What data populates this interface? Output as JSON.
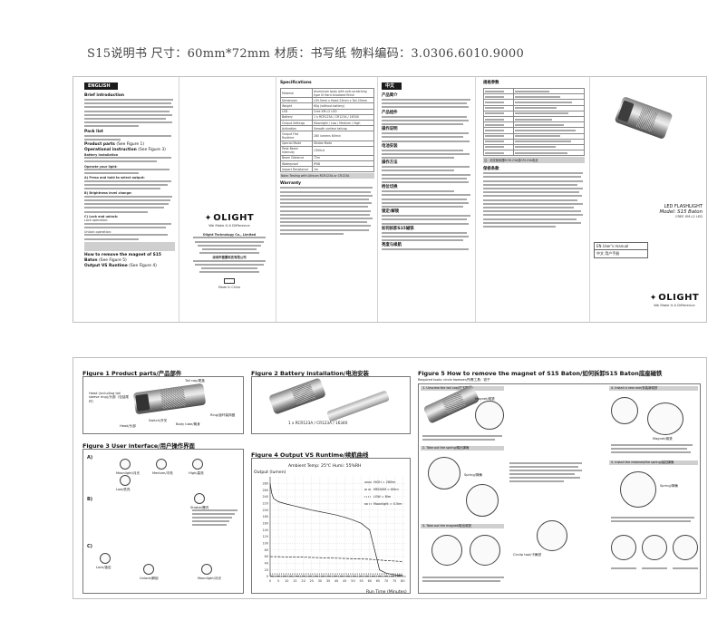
{
  "header": {
    "text": "S15说明书 尺寸：60mm*72mm  材质：书写纸    物料编码：3.0306.6010.9000"
  },
  "top_sheet": {
    "panel1": {
      "tab": "ENGLISH",
      "brief_title": "Brief introduction",
      "pack_title": "Pack list",
      "product_title": "Product parts",
      "product_note": "(See Figure 1)",
      "operation_title": "Operational instruction",
      "operation_note": "(See Figure 3)",
      "battery_install": "Battery installation",
      "operate_light": "Operate your light:",
      "levels_title": "A) Press and hold to select output:",
      "brightness_title": "B) Brightness level change:",
      "lock_title": "C) Lock and unlock:",
      "lock_label": "Lock operation:",
      "unlock_label": "Unlock operation:",
      "magnet_title": "How to remove the magnet of S15 Baton",
      "magnet_note": "(See Figure 5)",
      "runtime_title": "Output VS Runtime",
      "runtime_note": "(See Figure 4)"
    },
    "panel2": {
      "logo": "OLIGHT",
      "tagline": "We Make It A Difference",
      "company_en": "Olight Technology Co., Limited",
      "company_cn": "深圳市傲雷科技有限公司",
      "made_in": "Made In China"
    },
    "panel3": {
      "spec_title": "Specifications",
      "spec_rows": [
        {
          "label": "Material",
          "value": "Aluminium body with anti-scratching type III Hard Anodized finish"
        },
        {
          "label": "Dimension",
          "value": "L95.5mm x Head 23mm x Tail 20mm"
        },
        {
          "label": "Weight",
          "value": "60g (without battery)"
        },
        {
          "label": "LED",
          "value": "Cree XM-L2 LED"
        },
        {
          "label": "Battery",
          "value": "1 x RCR123A / CR123A / 16340"
        },
        {
          "label": "Output Settings",
          "value": "Moonlight / Low / Medium / High"
        },
        {
          "label": "Activation",
          "value": "Smooth surface tailcap"
        },
        {
          "label": "Output Flat Runtime",
          "value": "280 lumens 60min"
        },
        {
          "label": "Special Mode",
          "value": "Strobe Mode"
        },
        {
          "label": "Peak Beam Intensity",
          "value": "1300cd"
        },
        {
          "label": "Beam Distance",
          "value": "72m"
        },
        {
          "label": "Waterproof",
          "value": "IPX8"
        },
        {
          "label": "Impact Resistance",
          "value": "1m"
        }
      ],
      "spec_note": "Note: Testing with Lithium RCR123A or CR123A",
      "warranty_title": "Warranty"
    },
    "panel4": {
      "tab": "中文",
      "sections": [
        "产品简介",
        "产品组件",
        "操作说明",
        "电池安装",
        "操作方法",
        "档位切换",
        "锁定/解锁",
        "如何拆卸S15磁铁",
        "亮度与续航"
      ]
    },
    "panel5": {
      "spec_title": "规格参数",
      "warranty_title": "保修条款",
      "note": "注：测试使用锂RCR123A或CR123A电池"
    },
    "panel6": {
      "product_name": "LED FLASHLIGHT",
      "model": "Model: S15 Baton",
      "cree": "CREE XM-L2 LED",
      "manual_en": "EN    User's manual",
      "manual_cn": "中文    用户手册",
      "logo": "OLIGHT",
      "tagline": "We Make It A Difference"
    }
  },
  "bottom_sheet": {
    "fig1": {
      "title": "Figure 1   Product parts/产品部件",
      "callouts": [
        "Tail cap/尾盖",
        "Head (including tail sleeve ring)/头部（包括尾环）",
        "Head/头部",
        "Switch/开关",
        "Body tube/筒身",
        "Ring/锁环装饰圈"
      ]
    },
    "fig2": {
      "title": "Figure 2   Battery installation/电池安装",
      "battery_label": "1 x RCR123A / CR123A / 16340"
    },
    "fig3": {
      "title": "Figure 3   User interface/用户操作界面",
      "labels": [
        "Moonlight/月光",
        "Low/低亮",
        "Medium/中亮",
        "High/高亮",
        "Strobe/爆闪",
        "Lock/锁定",
        "Unlock/解锁",
        "Moonlight/月光"
      ]
    },
    "fig4": {
      "title": "Figure 4   Output VS Runtime/续航曲线",
      "ambient": "Ambient Temp: 25℃  Humi: 55%RH",
      "ylabel": "Output (lumen)",
      "xlabel": "Run Time (Minutes)"
    },
    "fig5": {
      "title": "Figure 5   How to remove the magnet of S15 Baton/如何拆卸S15 Baton底座磁铁",
      "tools": "Required tools: circle tweezer/所需工具：钳子",
      "steps": [
        "1. Unscrew the tail cap/拧下尾盖",
        "2. Take out the spring/取出弹簧",
        "3. Take out the magnet/取出磁铁",
        "4. Install a new one/安装新磁铁",
        "5. Install the retained/the spring/装回弹簧"
      ],
      "labels": [
        "Magnet/磁铁",
        "Spring/弹簧",
        "Circlip tool/卡簧钳",
        "Magnet/磁铁",
        "Spring/弹簧"
      ]
    }
  },
  "chart_data": {
    "type": "line",
    "title": "Output VS Runtime/续航曲线",
    "subtitle": "Ambient Temp: 25℃  Humi: 55%RH",
    "xlabel": "Run Time (Minutes)",
    "ylabel": "Output (lumen)",
    "x_ticks": [
      0,
      5,
      10,
      15,
      20,
      25,
      30,
      35,
      40,
      45,
      50,
      55,
      60,
      65,
      70,
      75,
      80
    ],
    "y_ticks": [
      0,
      20,
      40,
      60,
      80,
      100,
      120,
      140,
      160,
      180,
      200,
      220,
      240,
      260,
      280
    ],
    "xlim": [
      0,
      82
    ],
    "ylim": [
      0,
      300
    ],
    "series": [
      {
        "name": "HIGH = 280lm",
        "x": [
          0,
          1,
          2,
          5,
          10,
          15,
          20,
          25,
          30,
          35,
          40,
          45,
          50,
          55,
          60,
          64,
          66,
          70,
          75,
          80
        ],
        "y": [
          280,
          250,
          235,
          225,
          218,
          212,
          206,
          200,
          195,
          190,
          185,
          178,
          170,
          160,
          140,
          60,
          20,
          10,
          5,
          3
        ]
      },
      {
        "name": "MEDIUM = 60lm",
        "x": [
          0,
          20,
          40,
          60,
          70,
          80
        ],
        "y": [
          60,
          58,
          55,
          52,
          48,
          45
        ]
      },
      {
        "name": "LOW = 8lm",
        "x": [
          0,
          40,
          80
        ],
        "y": [
          8,
          8,
          8
        ]
      },
      {
        "name": "Moonlight = 0.5lm",
        "x": [
          0,
          80
        ],
        "y": [
          1,
          1
        ]
      }
    ]
  }
}
